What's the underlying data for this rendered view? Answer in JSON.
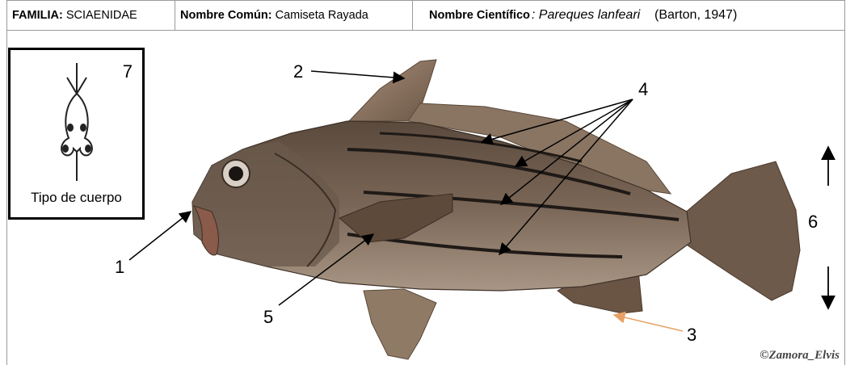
{
  "header": {
    "family_label": "FAMILIA:",
    "family_value": "SCIAENIDAE",
    "common_label": "Nombre Común:",
    "common_value": "Camiseta Rayada",
    "sci_label": "Nombre Científico",
    "sci_sep": ":",
    "sci_value": "Pareques lanfeari",
    "sci_author": "(Barton, 1947)"
  },
  "body_type": {
    "number": "7",
    "label": "Tipo de cuerpo"
  },
  "labels": {
    "l1": "1",
    "l2": "2",
    "l3": "3",
    "l4": "4",
    "l5": "5",
    "l6": "6"
  },
  "credit": "©Zamora_Elvis",
  "colors": {
    "arrow": "#000000",
    "arrow_3": "#e8a165",
    "fish_body": "#6b5848",
    "fish_stripe": "#1f1a17"
  }
}
